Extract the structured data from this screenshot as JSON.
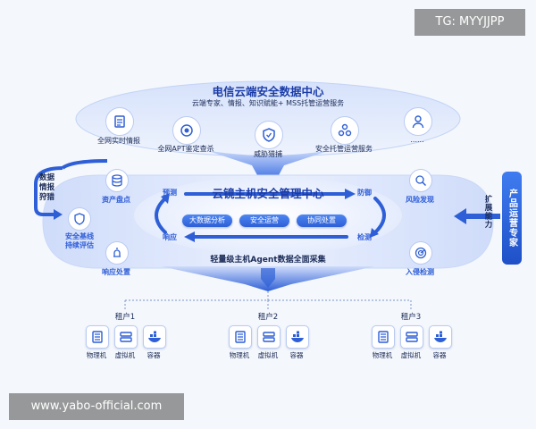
{
  "watermarks": {
    "top_right": "TG: MYYJJPP",
    "bottom_left": "www.yabo-official.com"
  },
  "cloud": {
    "title": "电信云端安全数据中心",
    "subtitle": "云端专家、情报、知识赋能+ MSS托管运营服务",
    "items": [
      {
        "label": "全网实时情报",
        "icon": "database-doc-icon"
      },
      {
        "label": "全网APT鉴定查杀",
        "icon": "target-icon"
      },
      {
        "label": "威胁猎捕",
        "icon": "shield-icon"
      },
      {
        "label": "安全托管运营服务",
        "icon": "hub-icon"
      },
      {
        "label": "......",
        "icon": "people-icon"
      }
    ]
  },
  "left_side_label": [
    "数据",
    "情报",
    "狩猎"
  ],
  "right_side_label": "扩展能力",
  "product_expert": "产品运营专家",
  "center": {
    "title": "云镜主机安全管理中心",
    "tags": [
      "大数据分析",
      "安全运营",
      "协同处置"
    ],
    "cycle": {
      "top_left": "预测",
      "top_right": "防御",
      "bottom_left": "响应",
      "bottom_right": "检测"
    }
  },
  "nodes": {
    "asset": "资产盘点",
    "baseline": [
      "安全基线",
      "持续评估"
    ],
    "response": "响应处置",
    "risk": "风险发现",
    "intrusion": "入侵检测"
  },
  "agent_label": "轻量级主机Agent数据全面采集",
  "tenants": [
    {
      "name": "租户1",
      "items": [
        "物理机",
        "虚拟机",
        "容器"
      ]
    },
    {
      "name": "租户2",
      "items": [
        "物理机",
        "虚拟机",
        "容器"
      ]
    },
    {
      "name": "租户3",
      "items": [
        "物理机",
        "虚拟机",
        "容器"
      ]
    }
  ],
  "colors": {
    "primary": "#2e5fd6",
    "dark": "#1b3ca8",
    "light": "#dbe6fb"
  }
}
